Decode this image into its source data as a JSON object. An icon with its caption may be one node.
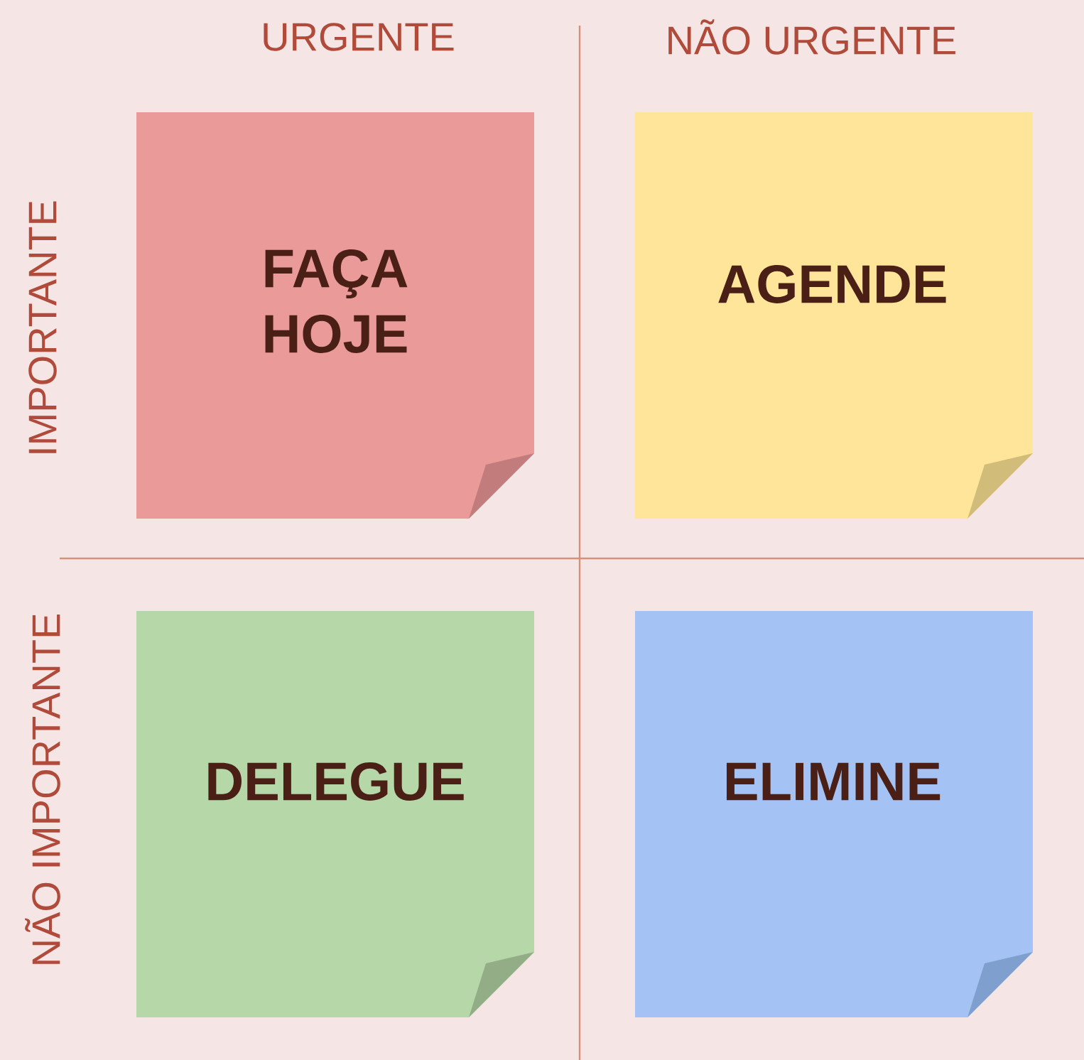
{
  "diagram": {
    "nodes": [
      {
        "text": [
          "FAÇA HOJE"
        ]
      },
      {
        "text": [
          "AGENDE"
        ]
      },
      {
        "text": [
          "DELEGUE"
        ]
      },
      {
        "text": [
          "ELIMINE"
        ]
      }
    ],
    "labels": [
      "URGENTE",
      "NÃO URGENTE",
      "IMPORTANTE",
      "NÃO IMPORTANTE"
    ]
  }
}
